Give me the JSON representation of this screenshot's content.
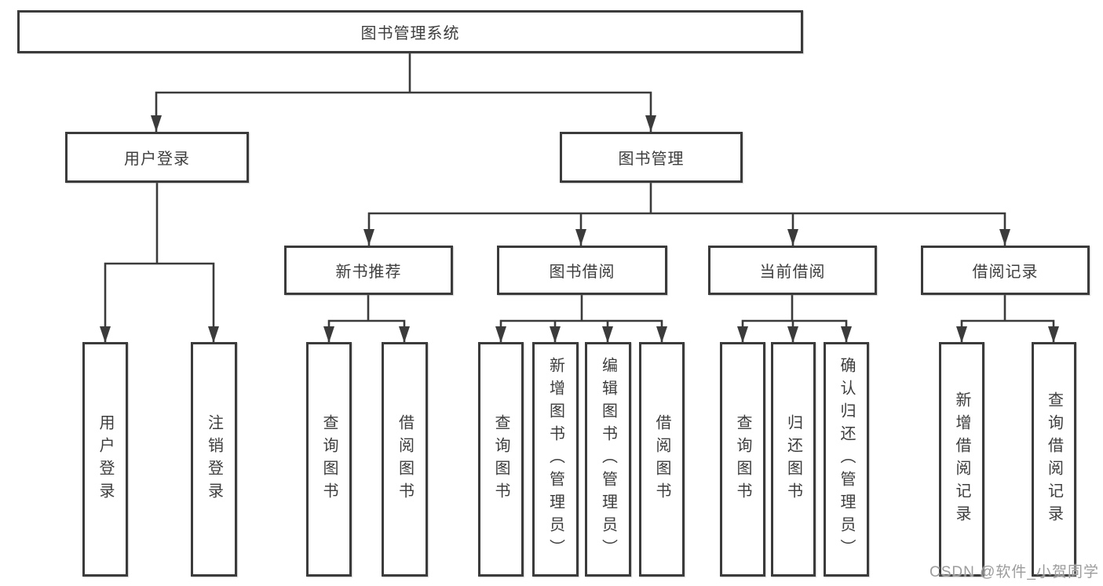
{
  "diagram": {
    "root": {
      "label": "图书管理系统",
      "children": [
        {
          "label": "用户登录",
          "children": [
            {
              "label": "用户登录"
            },
            {
              "label": "注销登录"
            }
          ]
        },
        {
          "label": "图书管理",
          "children": [
            {
              "label": "新书推荐",
              "children": [
                {
                  "label": "查询图书"
                },
                {
                  "label": "借阅图书"
                }
              ]
            },
            {
              "label": "图书借阅",
              "children": [
                {
                  "label": "查询图书"
                },
                {
                  "label": "新增图书（管理员）"
                },
                {
                  "label": "编辑图书（管理员）"
                },
                {
                  "label": "借阅图书"
                }
              ]
            },
            {
              "label": "当前借阅",
              "children": [
                {
                  "label": "查询图书"
                },
                {
                  "label": "归还图书"
                },
                {
                  "label": "确认归还（管理员）"
                }
              ]
            },
            {
              "label": "借阅记录",
              "children": [
                {
                  "label": "新增借阅记录"
                },
                {
                  "label": "查询借阅记录"
                }
              ]
            }
          ]
        }
      ]
    }
  },
  "colors": {
    "line": "#3b3b3b",
    "text": "#3d3d3d",
    "watermark": "#9c9c9c"
  },
  "watermark": {
    "text": "CSDN @软件_小贺同学"
  }
}
